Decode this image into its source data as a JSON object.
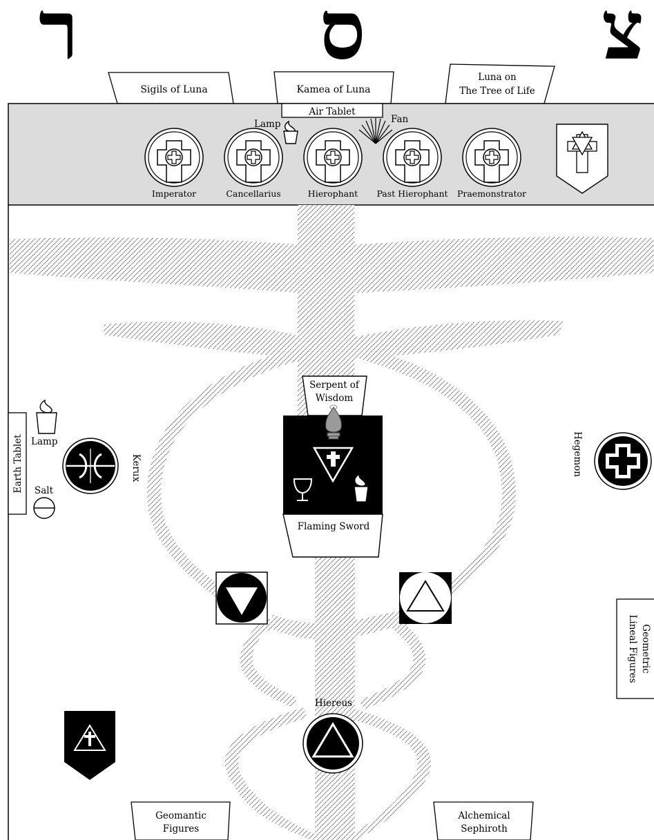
{
  "hebrew_letters": {
    "left": "ר",
    "center": "ס",
    "right": "צ"
  },
  "top_tabs": {
    "sigils": "Sigils of Luna",
    "kamea": "Kamea of Luna",
    "tree_line1": "Luna on",
    "tree_line2": "The Tree of Life"
  },
  "dais": {
    "air_tablet": "Air Tablet",
    "lamp": "Lamp",
    "fan": "Fan",
    "officers": [
      "Imperator",
      "Cancellarius",
      "Hierophant",
      "Past Hierophant",
      "Praemonstrator"
    ]
  },
  "altar": {
    "serpent_line1": "Serpent of",
    "serpent_line2": "Wisdom",
    "flaming_sword": "Flaming Sword"
  },
  "west_side": {
    "earth_tablet": "Earth Tablet",
    "lamp": "Lamp",
    "salt": "Salt",
    "kerux": "Kerux"
  },
  "east_side": {
    "hegemon": "Hegemon",
    "geometric_line1": "Geometric",
    "geometric_line2": "Lineal Figures"
  },
  "hiereus": "Hiereus",
  "bottom_tabs": {
    "geomantic_line1": "Geomantic",
    "geomantic_line2": "Figures",
    "alchemical_line1": "Alchemical",
    "alchemical_line2": "Sephiroth"
  },
  "colors": {
    "dais_fill": "#dcdcdc",
    "ink": "#000000",
    "paper": "#ffffff"
  }
}
